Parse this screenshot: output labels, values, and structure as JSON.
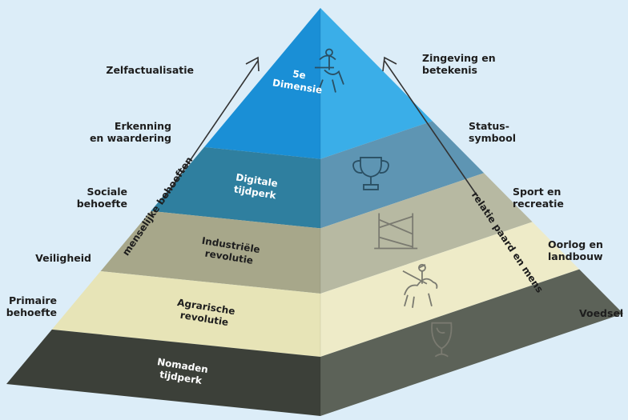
{
  "layers": [
    {
      "label": "5e\nDimensie",
      "color_left": "#1a8fd6",
      "color_right": "#3aaee8",
      "text_color": "#ffffff",
      "icon": "centaur-archer-icon"
    },
    {
      "label": "Digitale\ntijdperk",
      "color_left": "#2f7f9f",
      "color_right": "#5e95b3",
      "text_color": "#ffffff",
      "icon": "trophy-icon"
    },
    {
      "label": "Industriële\nrevolutie",
      "color_left": "#a7a78a",
      "color_right": "#b7b9a2",
      "text_color": "#1e1e1e",
      "icon": "jump-fence-icon"
    },
    {
      "label": "Agrarische\nrevolutie",
      "color_left": "#e7e4b7",
      "color_right": "#eeebc8",
      "text_color": "#1e1e1e",
      "icon": "knight-on-horse-icon"
    },
    {
      "label": "Nomaden\ntijdperk",
      "color_left": "#3c4039",
      "color_right": "#5c6258",
      "text_color": "#ffffff",
      "icon": "drinking-horn-icon"
    }
  ],
  "left_arrow_label": "menselijke behoeften",
  "right_arrow_label": "relatie paard en mens",
  "left_labels": [
    "Zelfactualisatie",
    "Erkenning\nen waardering",
    "Sociale\nbehoefte",
    "Veiligheid",
    "Primaire\nbehoefte"
  ],
  "right_labels": [
    "Zingeving en\nbetekenis",
    "Status-\nsymbool",
    "Sport en\nrecreatie",
    "Oorlog en\nlandbouw",
    "Voedsel"
  ],
  "colors": {
    "background": "#dcedf8",
    "arrow": "#333333",
    "icon_dark": "#2a4f63",
    "icon_light": "#7a7a70"
  }
}
